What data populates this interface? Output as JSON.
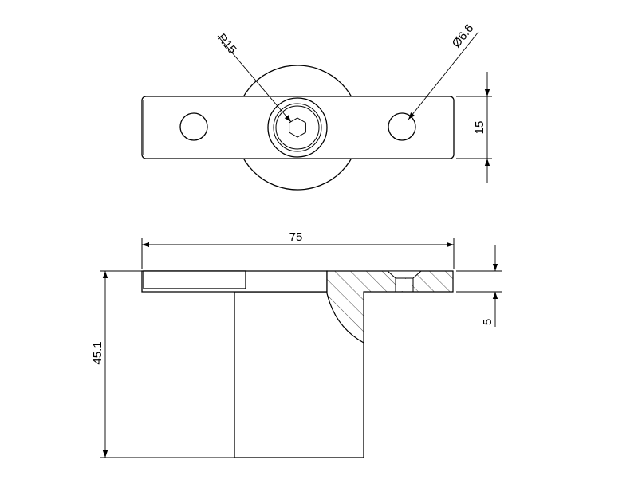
{
  "dimensions": {
    "radius": "R15",
    "hole_diameter": "Ø6.6",
    "height_top": "15",
    "length": "75",
    "total_height": "45.1",
    "plate_thickness": "5"
  }
}
